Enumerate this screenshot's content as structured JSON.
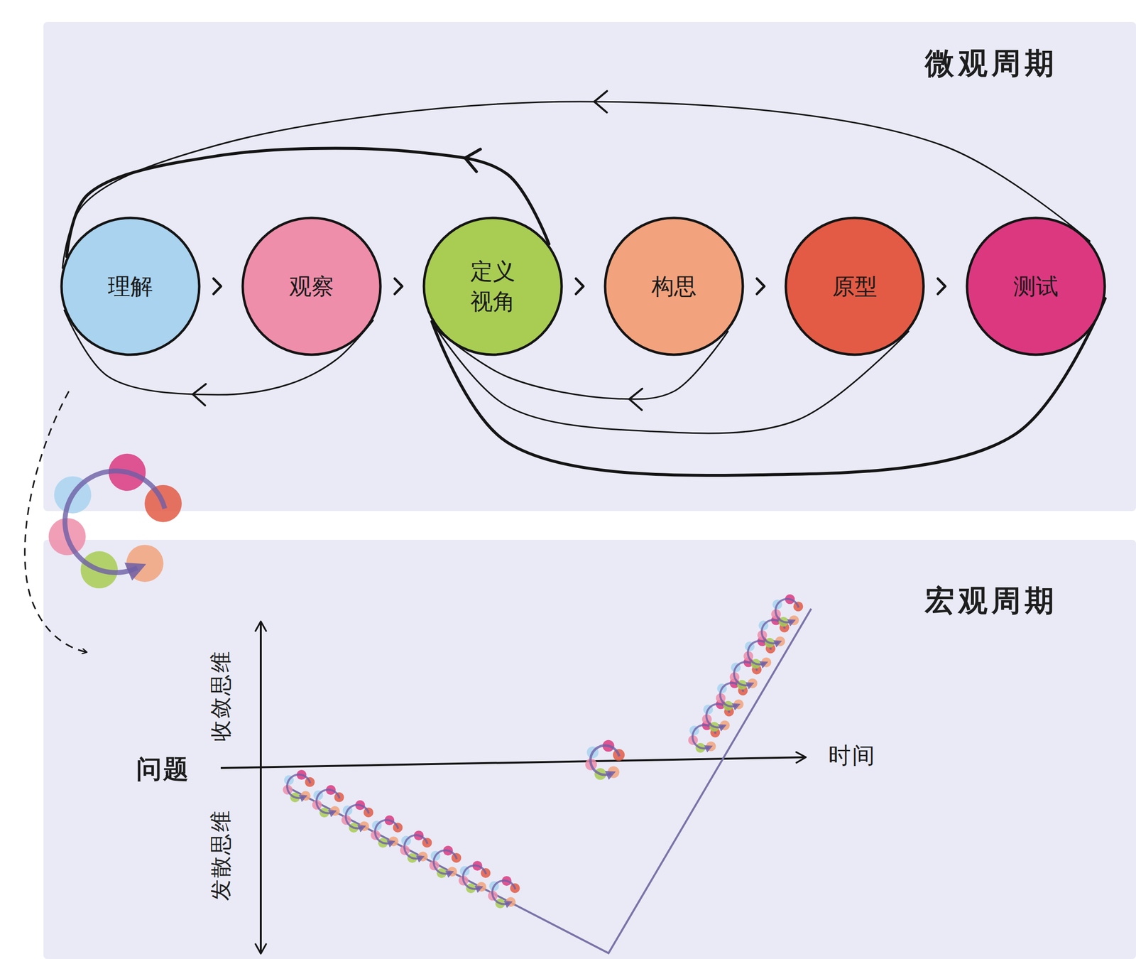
{
  "diagram": {
    "nodes": [
      {
        "text": [
          "微观周期"
        ]
      },
      {
        "text": [
          "理解"
        ],
        "in": 0
      },
      {
        "text": [
          "观察"
        ],
        "in": 0
      },
      {
        "text": [
          "定义 视角"
        ],
        "in": 0
      },
      {
        "text": [
          "构思"
        ],
        "in": 0
      },
      {
        "text": [
          "原型"
        ],
        "in": 0
      },
      {
        "text": [
          "测试"
        ],
        "in": 0
      },
      {
        "text": [
          "宏观周期"
        ]
      }
    ],
    "edges": [
      {
        "from": 1,
        "to": 2,
        "arrow": "to"
      },
      {
        "from": 2,
        "to": 3,
        "arrow": "to"
      },
      {
        "from": 3,
        "to": 4,
        "arrow": "to"
      },
      {
        "from": 4,
        "to": 5,
        "arrow": "to"
      },
      {
        "from": 5,
        "to": 6,
        "arrow": "to"
      },
      {
        "from": 6,
        "to": 1,
        "arrow": "to"
      },
      {
        "from": 3,
        "to": 1,
        "arrow": "to"
      },
      {
        "from": 2,
        "to": 1,
        "arrow": "to"
      },
      {
        "from": 4,
        "to": 3,
        "arrow": "to"
      },
      {
        "from": 5,
        "to": 3,
        "arrow": "none"
      },
      {
        "from": 6,
        "to": 3,
        "arrow": "none"
      }
    ],
    "labels": [
      "问题",
      "收敛思维",
      "发散思维",
      "时间"
    ]
  }
}
